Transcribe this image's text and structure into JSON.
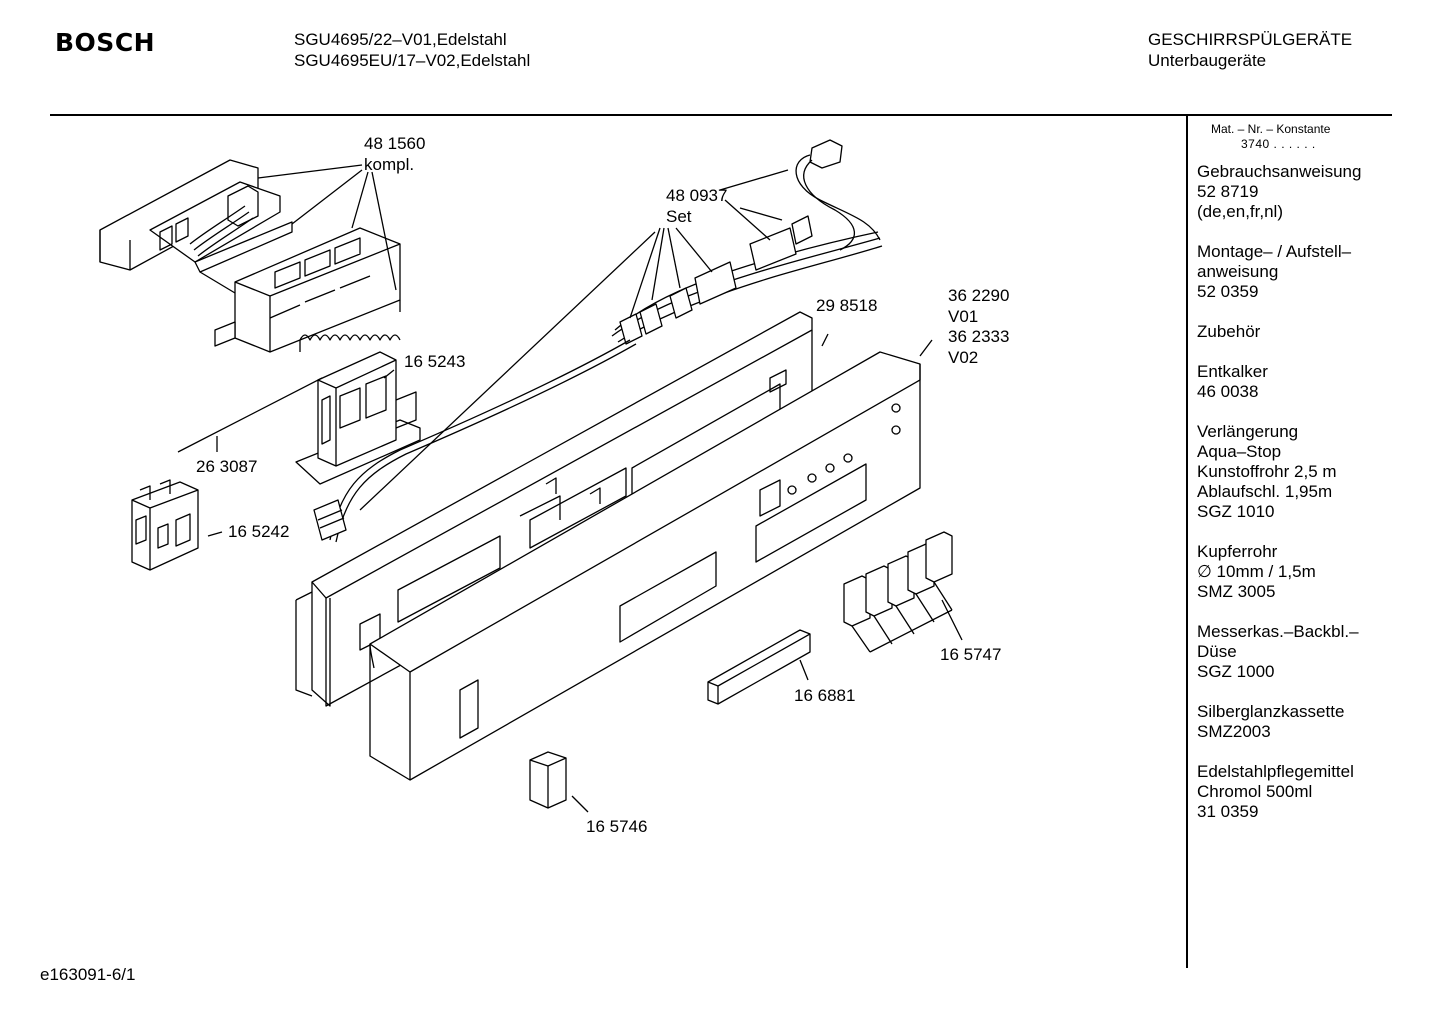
{
  "header": {
    "brand": "BOSCH",
    "models": [
      "SGU4695/22–V01,Edelstahl",
      "SGU4695EU/17–V02,Edelstahl"
    ],
    "category": [
      "GESCHIRRSPÜLGERÄTE",
      "Unterbaugeräte"
    ]
  },
  "diagram": {
    "labels": {
      "l481560a": "48 1560",
      "l481560b": "kompl.",
      "l480937a": "48 0937",
      "l480937b": "Set",
      "l165243": "16 5243",
      "l263087": "26 3087",
      "l165242": "16 5242",
      "l298518": "29 8518",
      "l362290": "36 2290",
      "lv01": "V01",
      "l362333": "36 2333",
      "lv02": "V02",
      "l165747": "16 5747",
      "l166881": "16 6881",
      "l165746": "16 5746"
    }
  },
  "sidebar": {
    "mat_header": "Mat. – Nr. – Konstante",
    "mat_value": "3740 . .  . . . .",
    "entries": [
      [
        "Gebrauchsanweisung",
        "52 8719",
        "(de,en,fr,nl)"
      ],
      [
        "Montage– / Aufstell–",
        "anweisung",
        "52 0359"
      ],
      [
        "Zubehör"
      ],
      [
        "Entkalker",
        "46 0038"
      ],
      [
        "Verlängerung",
        "Aqua–Stop",
        "Kunstoffrohr 2,5 m",
        "Ablaufschl. 1,95m",
        "SGZ 1010"
      ],
      [
        "Kupferrohr",
        "∅ 10mm / 1,5m",
        "SMZ 3005"
      ],
      [
        "Messerkas.–Backbl.–",
        "Düse",
        "SGZ 1000"
      ],
      [
        "Silberglanzkassette",
        "SMZ2003"
      ],
      [
        "Edelstahlpflegemittel",
        "Chromol 500ml",
        "31 0359"
      ]
    ]
  },
  "footer": {
    "code": "e163091-6/1"
  }
}
